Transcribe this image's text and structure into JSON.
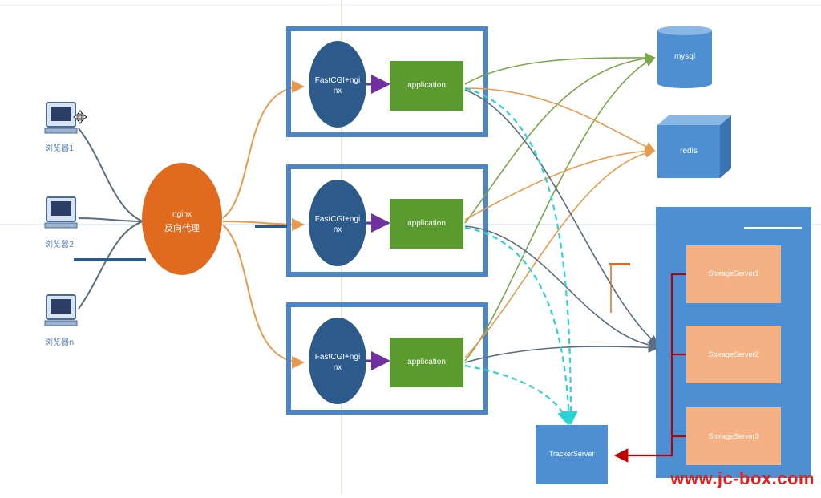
{
  "clients": [
    {
      "label": "浏览器1"
    },
    {
      "label": "浏览器2"
    },
    {
      "label": "浏览器n"
    }
  ],
  "proxy": {
    "line1": "nginx",
    "line2": "反向代理"
  },
  "app_servers": [
    {
      "fastcgi_line1": "FastCGI+ngi",
      "fastcgi_line2": "nx",
      "app": "application"
    },
    {
      "fastcgi_line1": "FastCGI+ngi",
      "fastcgi_line2": "nx",
      "app": "application"
    },
    {
      "fastcgi_line1": "FastCGI+ngi",
      "fastcgi_line2": "nx",
      "app": "application"
    }
  ],
  "databases": {
    "mysql": "mysql",
    "redis": "redis"
  },
  "storage_servers": [
    "StorageServer1",
    "StorageServer2",
    "StorageServer3"
  ],
  "tracker": "TrackerServer",
  "watermark": "www.jc-box.com",
  "colors": {
    "box_border": "#4a86c8",
    "node_blue": "#2c5a8a",
    "app_green": "#5a9a2e",
    "proxy_orange": "#e06a1e",
    "db_blue": "#4d8fd0",
    "storage_orange": "#f4b183",
    "line_orange": "#e89a4a",
    "line_green": "#7aa84a",
    "line_slate": "#5a6e80",
    "line_cyan": "#2ad4d4",
    "arrow_purple": "#7030a0",
    "arrow_red": "#c00000",
    "watermark_red": "#e0201c"
  }
}
